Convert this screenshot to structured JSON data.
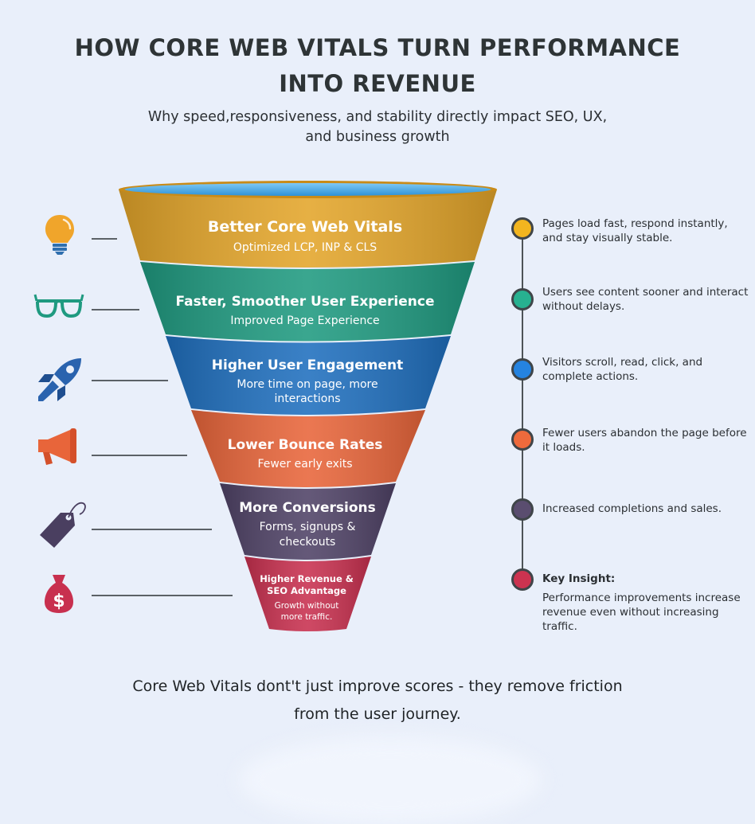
{
  "header": {
    "title_line1": "HOW CORE WEB VITALS TURN PERFORMANCE",
    "title_line2": "INTO REVENUE",
    "subtitle_line1": "Why speed,responsiveness, and stability directly impact SEO, UX,",
    "subtitle_line2": "and business growth"
  },
  "funnel": {
    "stages": [
      {
        "title": "Better Core Web Vitals",
        "sub1": "Optimized LCP, INP & CLS",
        "sub2": "",
        "color": "#e3a52a",
        "icon": "lightbulb-icon"
      },
      {
        "title": "Faster, Smoother User Experience",
        "sub1": "Improved Page Experience",
        "sub2": "",
        "color": "#1f9a80",
        "icon": "glasses-icon"
      },
      {
        "title": "Higher User Engagement",
        "sub1": "More time on page, more",
        "sub2": "interactions",
        "color": "#1f6fbe",
        "icon": "rocket-icon"
      },
      {
        "title": "Lower Bounce Rates",
        "sub1": "Fewer early exits",
        "sub2": "",
        "color": "#e8653a",
        "icon": "megaphone-icon"
      },
      {
        "title": "More Conversions",
        "sub1": "Forms, signups &",
        "sub2": "checkouts",
        "color": "#4f4266",
        "icon": "price-tag-icon"
      },
      {
        "title": "Higher Revenue &",
        "title2": "SEO Advantage",
        "sub1": "Growth without",
        "sub2": "more traffic.",
        "color": "#c8304f",
        "icon": "money-bag-icon"
      }
    ]
  },
  "timeline": {
    "items": [
      {
        "text": "Pages load fast, respond instantly, and stay visually stable.",
        "color": "#f2b51f"
      },
      {
        "text": "Users see content sooner and interact without delays.",
        "color": "#27b190"
      },
      {
        "text": "Visitors scroll, read, click, and complete actions.",
        "color": "#2583e0"
      },
      {
        "text": "Fewer users abandon the page before it loads.",
        "color": "#ee6a3c"
      },
      {
        "text": "Increased completions and sales.",
        "color": "#5a4d6f"
      },
      {
        "heading": "Key Insight:",
        "text": "Performance improvements increase revenue even without increasing traffic.",
        "color": "#cc3350"
      }
    ]
  },
  "footer": {
    "line1": "Core Web Vitals dont't just improve scores - they remove friction",
    "line2": "from the user journey."
  }
}
